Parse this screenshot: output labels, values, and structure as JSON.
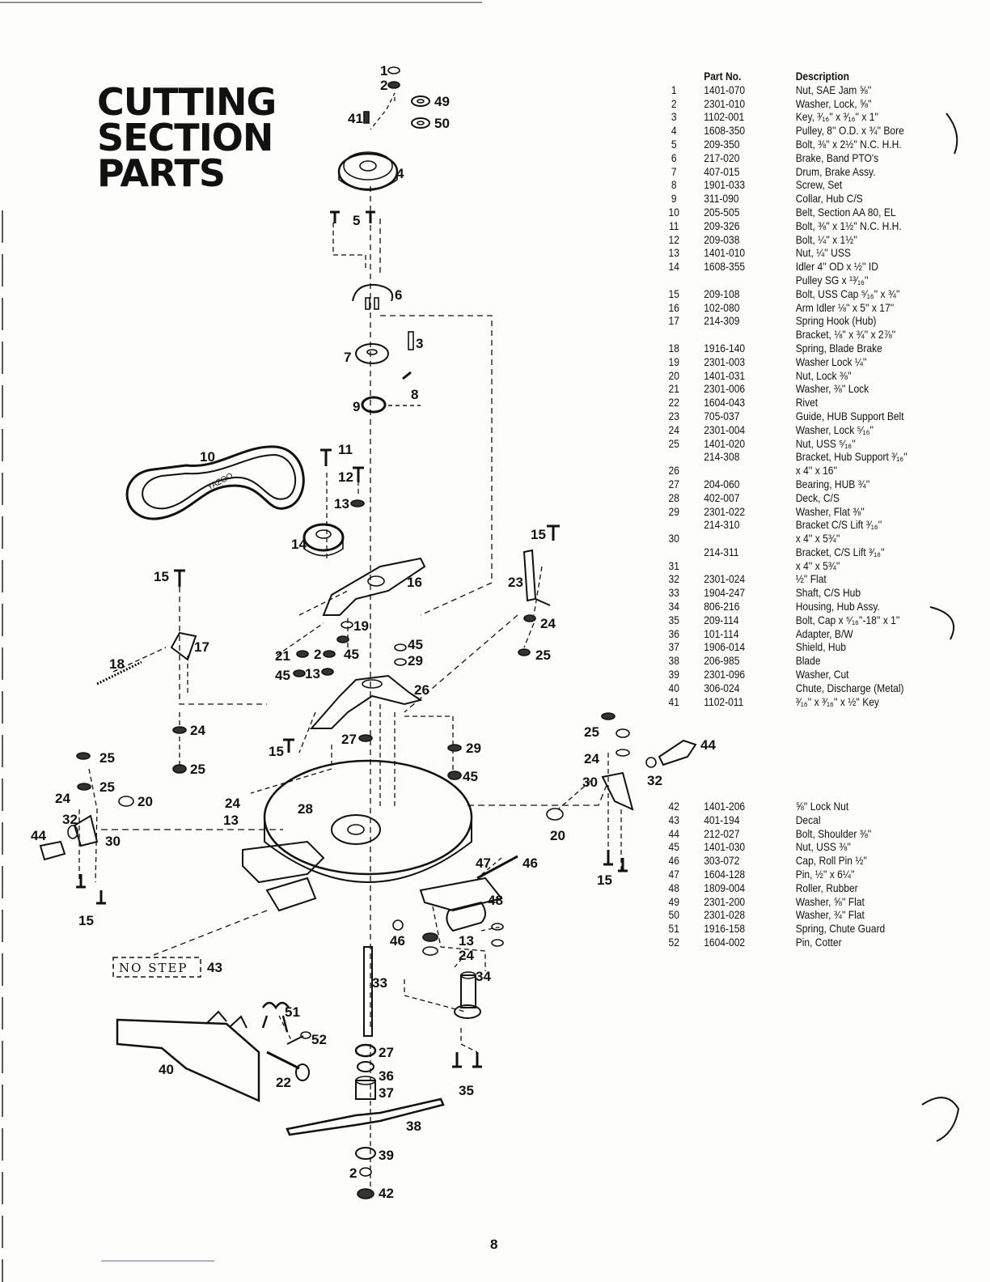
{
  "title": [
    "CUTTING",
    "SECTION",
    "PARTS"
  ],
  "page_number": "8",
  "table_headers": {
    "part": "Part No.",
    "desc": "Description"
  },
  "parts_a": [
    {
      "num": "1",
      "part": "1401-070",
      "desc": "Nut, SAE Jam ⅝''"
    },
    {
      "num": "2",
      "part": "2301-010",
      "desc": "Washer, Lock, ⅝''"
    },
    {
      "num": "3",
      "part": "1102-001",
      "desc": "Key, ³⁄₁₆'' x ³⁄₁₆'' x 1''"
    },
    {
      "num": "4",
      "part": "1608-350",
      "desc": "Pulley, 8'' O.D. x ¾'' Bore"
    },
    {
      "num": "5",
      "part": "209-350",
      "desc": "Bolt, ⅜'' x 2½'' N.C. H.H."
    },
    {
      "num": "6",
      "part": "217-020",
      "desc": "Brake, Band PTO's"
    },
    {
      "num": "7",
      "part": "407-015",
      "desc": "Drum, Brake Assy."
    },
    {
      "num": "8",
      "part": "1901-033",
      "desc": "Screw, Set"
    },
    {
      "num": "9",
      "part": "311-090",
      "desc": "Collar, Hub C/S"
    },
    {
      "num": "10",
      "part": "205-505",
      "desc": "Belt, Section AA 80, EL"
    },
    {
      "num": "11",
      "part": "209-326",
      "desc": "Bolt, ⅜'' x 1½'' N.C. H.H."
    },
    {
      "num": "12",
      "part": "209-038",
      "desc": "Bolt, ¼'' x 1½''"
    },
    {
      "num": "13",
      "part": "1401-010",
      "desc": "Nut, ¼'' USS"
    },
    {
      "num": "14",
      "part": "1608-355",
      "desc": "Idler 4'' OD x ½'' ID"
    },
    {
      "num": "",
      "part": "",
      "desc": "Pulley SG x ¹³⁄₁₆''"
    },
    {
      "num": "15",
      "part": "209-108",
      "desc": "Bolt, USS Cap ⁵⁄₁₆'' x ¾''"
    },
    {
      "num": "16",
      "part": "102-080",
      "desc": "Arm Idler ⅛'' x 5'' x 17''"
    },
    {
      "num": "17",
      "part": "214-309",
      "desc": "Spring Hook (Hub)"
    },
    {
      "num": "",
      "part": "",
      "desc": "Bracket, ⅛'' x ¾'' x 2⅞''"
    },
    {
      "num": "18",
      "part": "1916-140",
      "desc": "Spring, Blade Brake"
    },
    {
      "num": "19",
      "part": "2301-003",
      "desc": "Washer Lock ¼''"
    },
    {
      "num": "20",
      "part": "1401-031",
      "desc": "Nut, Lock ⅜''"
    },
    {
      "num": "21",
      "part": "2301-006",
      "desc": "Washer, ⅜'' Lock"
    },
    {
      "num": "22",
      "part": "1604-043",
      "desc": "Rivet"
    },
    {
      "num": "23",
      "part": "705-037",
      "desc": "Guide, HUB Support Belt"
    },
    {
      "num": "24",
      "part": "2301-004",
      "desc": "Washer, Lock ⁵⁄₁₆''"
    },
    {
      "num": "25",
      "part": "1401-020",
      "desc": "Nut, USS ⁵⁄₁₆''"
    },
    {
      "num": "",
      "part": "214-308",
      "desc": "Bracket, Hub Support ³⁄₁₆''"
    },
    {
      "num": "26",
      "part": "",
      "desc": "x 4'' x 16''"
    },
    {
      "num": "27",
      "part": "204-060",
      "desc": "Bearing, HUB ¾''"
    },
    {
      "num": "28",
      "part": "402-007",
      "desc": "Deck, C/S"
    },
    {
      "num": "29",
      "part": "2301-022",
      "desc": "Washer, Flat ⅜''"
    },
    {
      "num": "",
      "part": "214-310",
      "desc": "Bracket C/S Lift ³⁄₁₆''"
    },
    {
      "num": "30",
      "part": "",
      "desc": "x 4'' x 5¾''"
    },
    {
      "num": "",
      "part": "214-311",
      "desc": "Bracket, C/S Lift ³⁄₁₆''"
    },
    {
      "num": "31",
      "part": "",
      "desc": "x 4'' x 5¾''"
    },
    {
      "num": "32",
      "part": "2301-024",
      "desc": "½'' Flat"
    },
    {
      "num": "33",
      "part": "1904-247",
      "desc": "Shaft, C/S Hub"
    },
    {
      "num": "34",
      "part": "806-216",
      "desc": "Housing, Hub Assy."
    },
    {
      "num": "35",
      "part": "209-114",
      "desc": "Bolt, Cap x ⁵⁄₁₆''-18'' x 1''"
    },
    {
      "num": "36",
      "part": "101-114",
      "desc": "Adapter, B/W"
    },
    {
      "num": "37",
      "part": "1906-014",
      "desc": "Shield, Hub"
    },
    {
      "num": "38",
      "part": "206-985",
      "desc": "Blade"
    },
    {
      "num": "39",
      "part": "2301-096",
      "desc": "Washer, Cut"
    },
    {
      "num": "40",
      "part": "306-024",
      "desc": "Chute, Discharge (Metal)"
    },
    {
      "num": "41",
      "part": "1102-011",
      "desc": "³⁄₁₆'' x ³⁄₁₆'' x ½'' Key"
    }
  ],
  "parts_b": [
    {
      "num": "42",
      "part": "1401-206",
      "desc": "⅝'' Lock Nut"
    },
    {
      "num": "43",
      "part": "401-194",
      "desc": "Decal"
    },
    {
      "num": "44",
      "part": "212-027",
      "desc": "Bolt, Shoulder ⅜''"
    },
    {
      "num": "45",
      "part": "1401-030",
      "desc": "Nut, USS ⅜''"
    },
    {
      "num": "46",
      "part": "303-072",
      "desc": "Cap, Roll Pin ½''"
    },
    {
      "num": "47",
      "part": "1604-128",
      "desc": "Pin, ½'' x 6¼''"
    },
    {
      "num": "48",
      "part": "1809-004",
      "desc": "Roller, Rubber"
    },
    {
      "num": "49",
      "part": "2301-200",
      "desc": "Washer, ⅝'' Flat"
    },
    {
      "num": "50",
      "part": "2301-028",
      "desc": "Washer, ¾'' Flat"
    },
    {
      "num": "51",
      "part": "1916-158",
      "desc": "Spring, Chute Guard"
    },
    {
      "num": "52",
      "part": "1604-002",
      "desc": "Pin, Cotter"
    }
  ],
  "diagram": {
    "decal_text": "NO STEP",
    "belt_text": "YAZOO",
    "callouts": [
      "1",
      "2",
      "49",
      "41",
      "50",
      "4",
      "5",
      "6",
      "3",
      "7",
      "8",
      "9",
      "10",
      "11",
      "12",
      "13",
      "14",
      "15",
      "16",
      "15",
      "17",
      "18",
      "19",
      "21",
      "2",
      "45",
      "45",
      "13",
      "45",
      "29",
      "23",
      "24",
      "25",
      "26",
      "24",
      "25",
      "27",
      "15",
      "29",
      "45",
      "25",
      "25",
      "24",
      "20",
      "24",
      "13",
      "28",
      "32",
      "30",
      "44",
      "15",
      "20",
      "47",
      "46",
      "48",
      "46",
      "13",
      "24",
      "34",
      "43",
      "33",
      "51",
      "52",
      "27",
      "36",
      "37",
      "40",
      "22",
      "35",
      "38",
      "39",
      "2",
      "42",
      "44",
      "25",
      "24",
      "30",
      "32",
      "15"
    ]
  }
}
